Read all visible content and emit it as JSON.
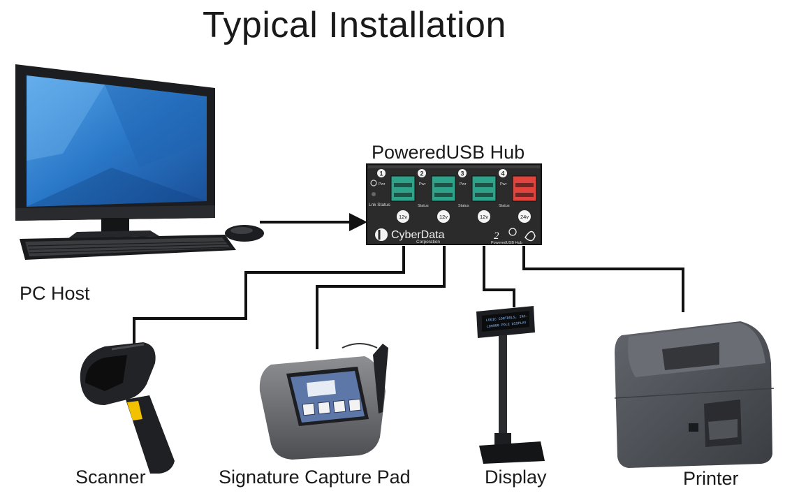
{
  "title": "Typical Installation",
  "hub": {
    "label": "PoweredUSB Hub",
    "brand": "CyberData",
    "brand_sub": "Corporation",
    "model_badge": "PoweredUSB Hub",
    "power_label": "Pwr",
    "status_label": "Status",
    "link_status_label": "Lnk Status",
    "ports": [
      {
        "number": "1",
        "voltage": "12v",
        "color": "#2fa38a"
      },
      {
        "number": "2",
        "voltage": "12v",
        "color": "#2fa38a"
      },
      {
        "number": "3",
        "voltage": "12v",
        "color": "#2fa38a"
      },
      {
        "number": "4",
        "voltage": "24v",
        "color": "#e0443c"
      }
    ]
  },
  "devices": {
    "pc": "PC Host",
    "scanner": "Scanner",
    "signature_pad": "Signature Capture Pad",
    "display": "Display",
    "printer": "Printer"
  },
  "pole_display_text": [
    "LOGIC CONTROLS, INC.",
    "LD9900 POLE DISPLAY"
  ],
  "colors": {
    "hub_body": "#2b2b2b",
    "monitor_screen": "#2a78c8",
    "printer_body": "#4a4d52",
    "scanner_accent": "#f2c200",
    "connector_line": "#111111"
  }
}
